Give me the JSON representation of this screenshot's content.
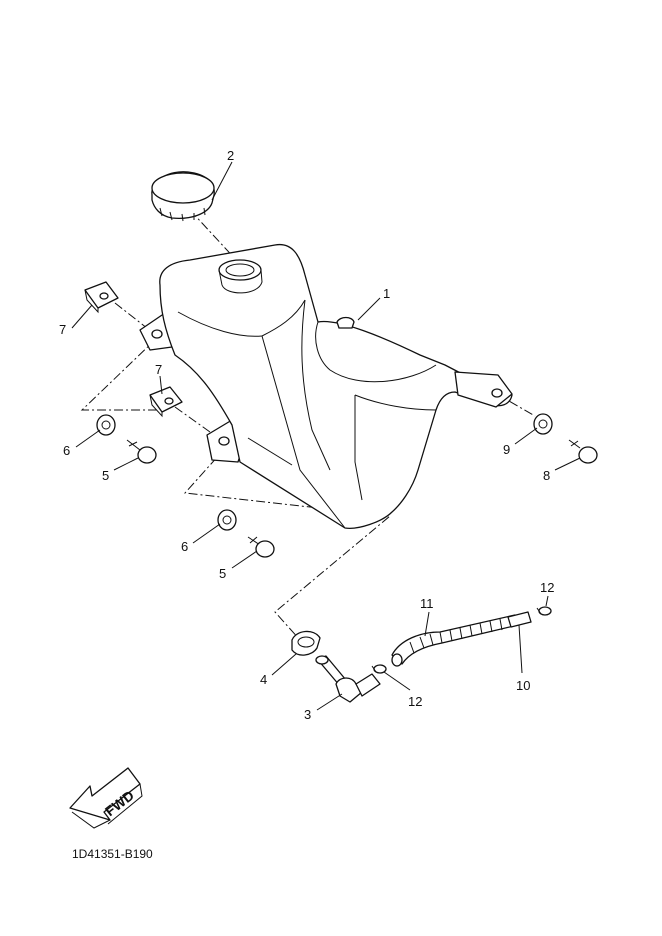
{
  "diagram": {
    "reference_code": "1D41351-B190",
    "fwd_label": "FWD",
    "callouts": {
      "n1": "1",
      "n2": "2",
      "n3": "3",
      "n4": "4",
      "n5a": "5",
      "n5b": "5",
      "n6a": "6",
      "n6b": "6",
      "n7a": "7",
      "n7b": "7",
      "n8": "8",
      "n9": "9",
      "n10": "10",
      "n11": "11",
      "n12a": "12",
      "n12b": "12"
    }
  }
}
